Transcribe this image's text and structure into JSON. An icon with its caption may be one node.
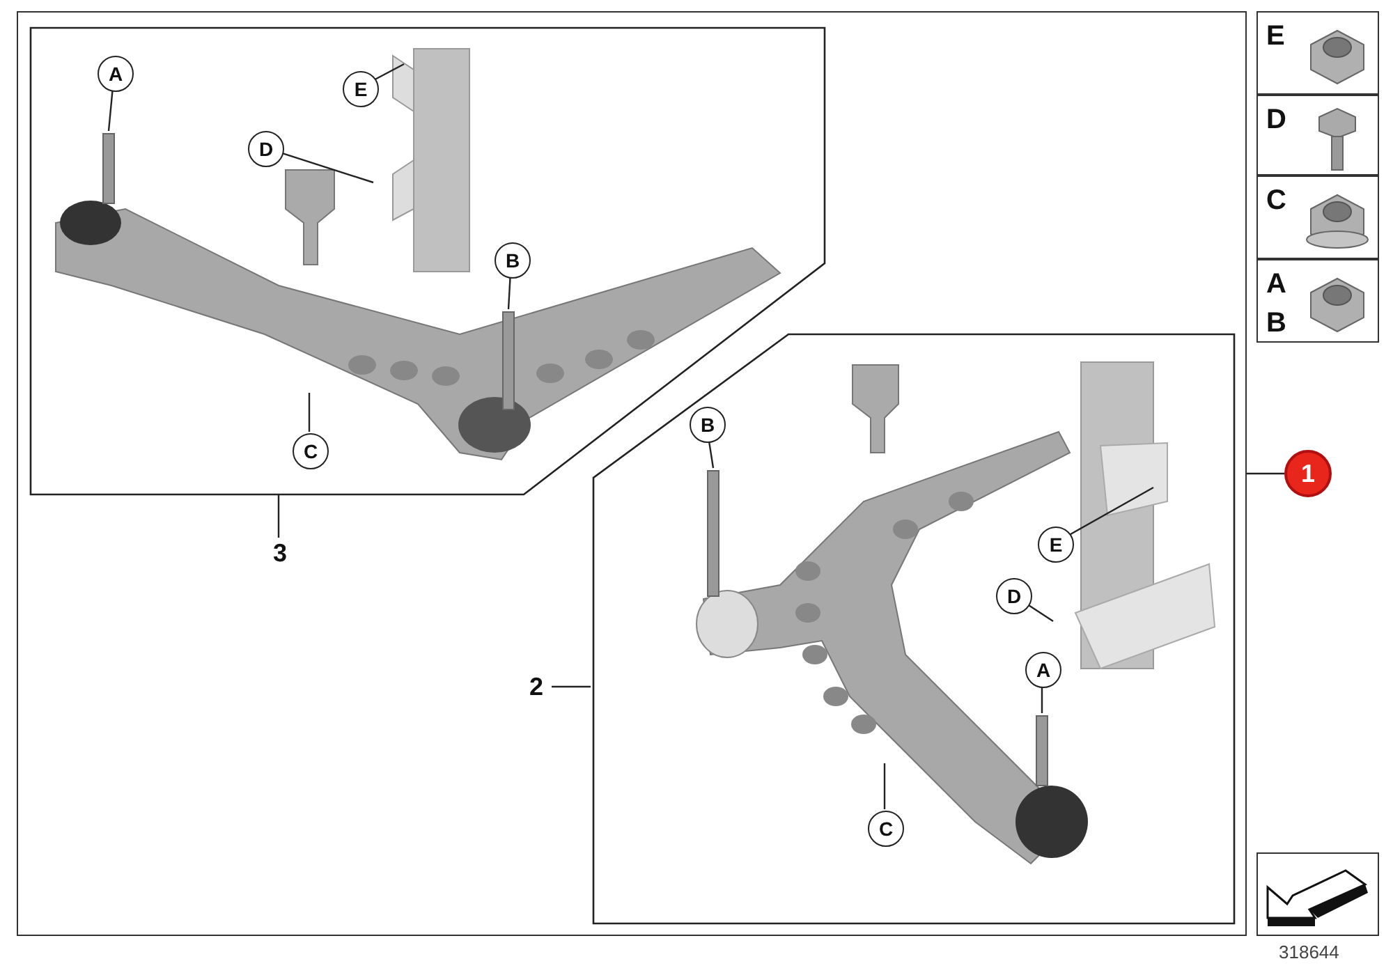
{
  "diagram": {
    "nodes": [
      {
        "text": [],
        "shape": "box"
      },
      {
        "text": [],
        "shape": "box",
        "in": 0
      },
      {
        "text": [
          "A"
        ],
        "in": 1
      },
      {
        "text": [
          "E"
        ],
        "in": 1
      },
      {
        "text": [
          "D"
        ],
        "in": 1
      },
      {
        "text": [
          "B"
        ],
        "in": 1
      },
      {
        "text": [
          "C"
        ],
        "in": 1
      },
      {
        "text": [
          "3"
        ],
        "in": 0
      },
      {
        "text": [],
        "shape": "box",
        "in": 0
      },
      {
        "text": [
          "B"
        ],
        "in": 8
      },
      {
        "text": [
          "E"
        ],
        "in": 8
      },
      {
        "text": [
          "D"
        ],
        "in": 8
      },
      {
        "text": [
          "A"
        ],
        "in": 8
      },
      {
        "text": [
          "C"
        ],
        "in": 8
      },
      {
        "text": [
          "2"
        ],
        "in": 0
      },
      {
        "text": [
          "E"
        ]
      },
      {
        "text": [
          "D"
        ]
      },
      {
        "text": [
          "C"
        ]
      },
      {
        "text": [
          "A",
          "B"
        ]
      },
      {
        "text": [
          "1"
        ]
      },
      {
        "text": [],
        "shape": "picture",
        "beside": [
          "318644"
        ]
      }
    ],
    "edges": [
      {
        "from": 2,
        "to": null,
        "arrow": "none"
      },
      {
        "from": 3,
        "to": null,
        "arrow": "none"
      },
      {
        "from": 4,
        "to": null,
        "arrow": "none"
      },
      {
        "from": 5,
        "to": null,
        "arrow": "none"
      },
      {
        "from": 6,
        "to": null,
        "arrow": "none"
      },
      {
        "from": 7,
        "to": 1,
        "arrow": "none"
      },
      {
        "from": 9,
        "to": null,
        "arrow": "none"
      },
      {
        "from": 10,
        "to": null,
        "arrow": "none"
      },
      {
        "from": 11,
        "to": null,
        "arrow": "none"
      },
      {
        "from": 12,
        "to": null,
        "arrow": "none"
      },
      {
        "from": 13,
        "to": null,
        "arrow": "none"
      },
      {
        "from": 14,
        "to": 8,
        "arrow": "none"
      },
      {
        "from": 19,
        "to": 0,
        "arrow": "none"
      }
    ]
  }
}
